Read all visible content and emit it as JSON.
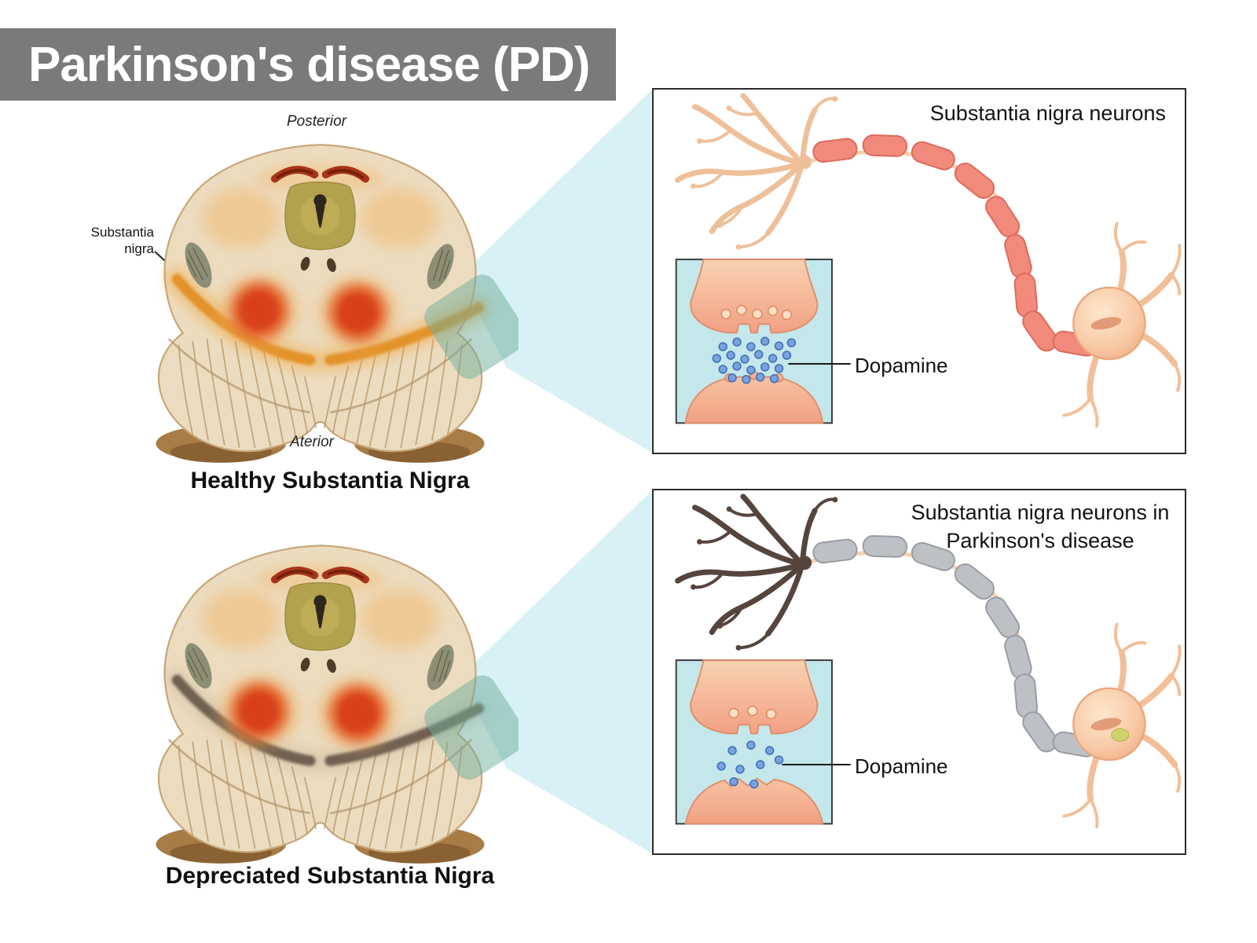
{
  "title_bar": {
    "title": "Parkinson's disease (PD)"
  },
  "brain_healthy": {
    "posterior_label": "Posterior",
    "anterior_label": "Aterior",
    "substantia_nigra_label": "Substantia nigra",
    "caption": "Healthy Substantia Nigra"
  },
  "brain_diseased": {
    "caption": "Depreciated Substantia Nigra"
  },
  "panel_healthy": {
    "title": "Substantia nigra neurons",
    "dopamine_label": "Dopamine"
  },
  "panel_diseased": {
    "title_line1": "Substantia nigra neurons in",
    "title_line2": "Parkinson's disease",
    "dopamine_label": "Dopamine"
  },
  "colors": {
    "title_bar_bg": "#7a7a7a",
    "beam": "#d8f1f6",
    "healthy_sn": "#e2932c",
    "diseased_sn": "#6f6051",
    "healthy_myelin": "#f28a7c",
    "healthy_myelin_stroke": "#de6a5a",
    "diseased_myelin": "#bdc1c6",
    "diseased_myelin_stroke": "#989da4",
    "healthy_dendrite": "#eec09a",
    "diseased_dendrite": "#55453d",
    "dopamine_dot": "#79a3dc"
  }
}
